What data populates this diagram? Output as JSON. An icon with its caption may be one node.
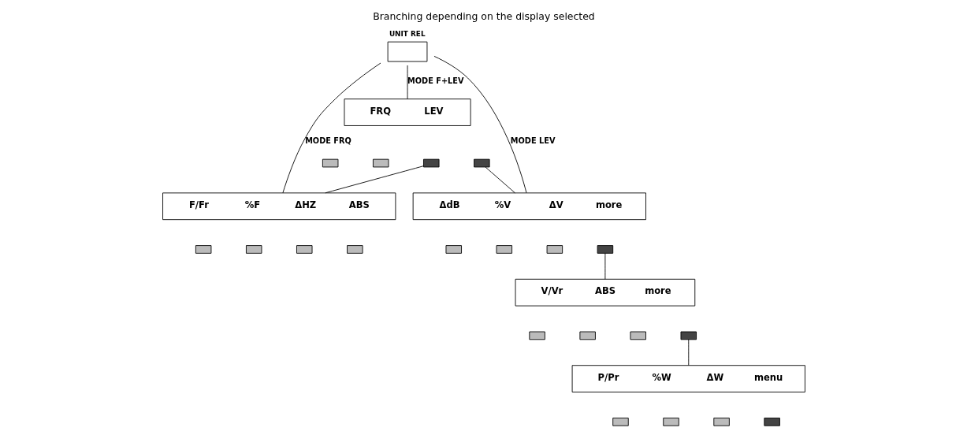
{
  "diagram": {
    "title": "Branching depending on the display selected",
    "nodes": [
      {
        "text": [
          "UNIT REL"
        ]
      },
      {
        "text": [
          "FRQ",
          "LEV"
        ]
      },
      {
        "text": [],
        "shape": "box"
      },
      {
        "text": [],
        "shape": "box"
      },
      {
        "text": [],
        "shape": "box"
      },
      {
        "text": [],
        "shape": "box"
      },
      {
        "text": [
          "F/Fr",
          "%F",
          "ΔHZ",
          "ABS"
        ]
      },
      {
        "text": [],
        "shape": "box"
      },
      {
        "text": [],
        "shape": "box"
      },
      {
        "text": [],
        "shape": "box"
      },
      {
        "text": [],
        "shape": "box"
      },
      {
        "text": [
          "ΔdB",
          "%V",
          "ΔV",
          "more"
        ]
      },
      {
        "text": [],
        "shape": "box"
      },
      {
        "text": [],
        "shape": "box"
      },
      {
        "text": [],
        "shape": "box"
      },
      {
        "text": [],
        "shape": "box"
      },
      {
        "text": [
          "V/Vr",
          "ABS",
          "more"
        ]
      },
      {
        "text": [],
        "shape": "box"
      },
      {
        "text": [],
        "shape": "box"
      },
      {
        "text": [],
        "shape": "box"
      },
      {
        "text": [],
        "shape": "box"
      },
      {
        "text": [
          "P/Pr",
          "%W",
          "ΔW",
          "menu"
        ]
      },
      {
        "text": [],
        "shape": "box"
      },
      {
        "text": [],
        "shape": "box"
      },
      {
        "text": [],
        "shape": "box"
      },
      {
        "text": [],
        "shape": "box"
      }
    ],
    "edges": [
      {
        "from": 0,
        "to": 6,
        "arrow": "none",
        "label": "MODE FRQ"
      },
      {
        "from": 0,
        "to": 1,
        "arrow": "none",
        "label": "MODE F+LEV"
      },
      {
        "from": 0,
        "to": 11,
        "arrow": "none",
        "label": "MODE LEV"
      },
      {
        "from": 4,
        "to": 6,
        "arrow": "none"
      },
      {
        "from": 5,
        "to": 11,
        "arrow": "none"
      },
      {
        "from": 15,
        "to": 16,
        "arrow": "none"
      },
      {
        "from": 20,
        "to": 21,
        "arrow": "none"
      }
    ]
  }
}
